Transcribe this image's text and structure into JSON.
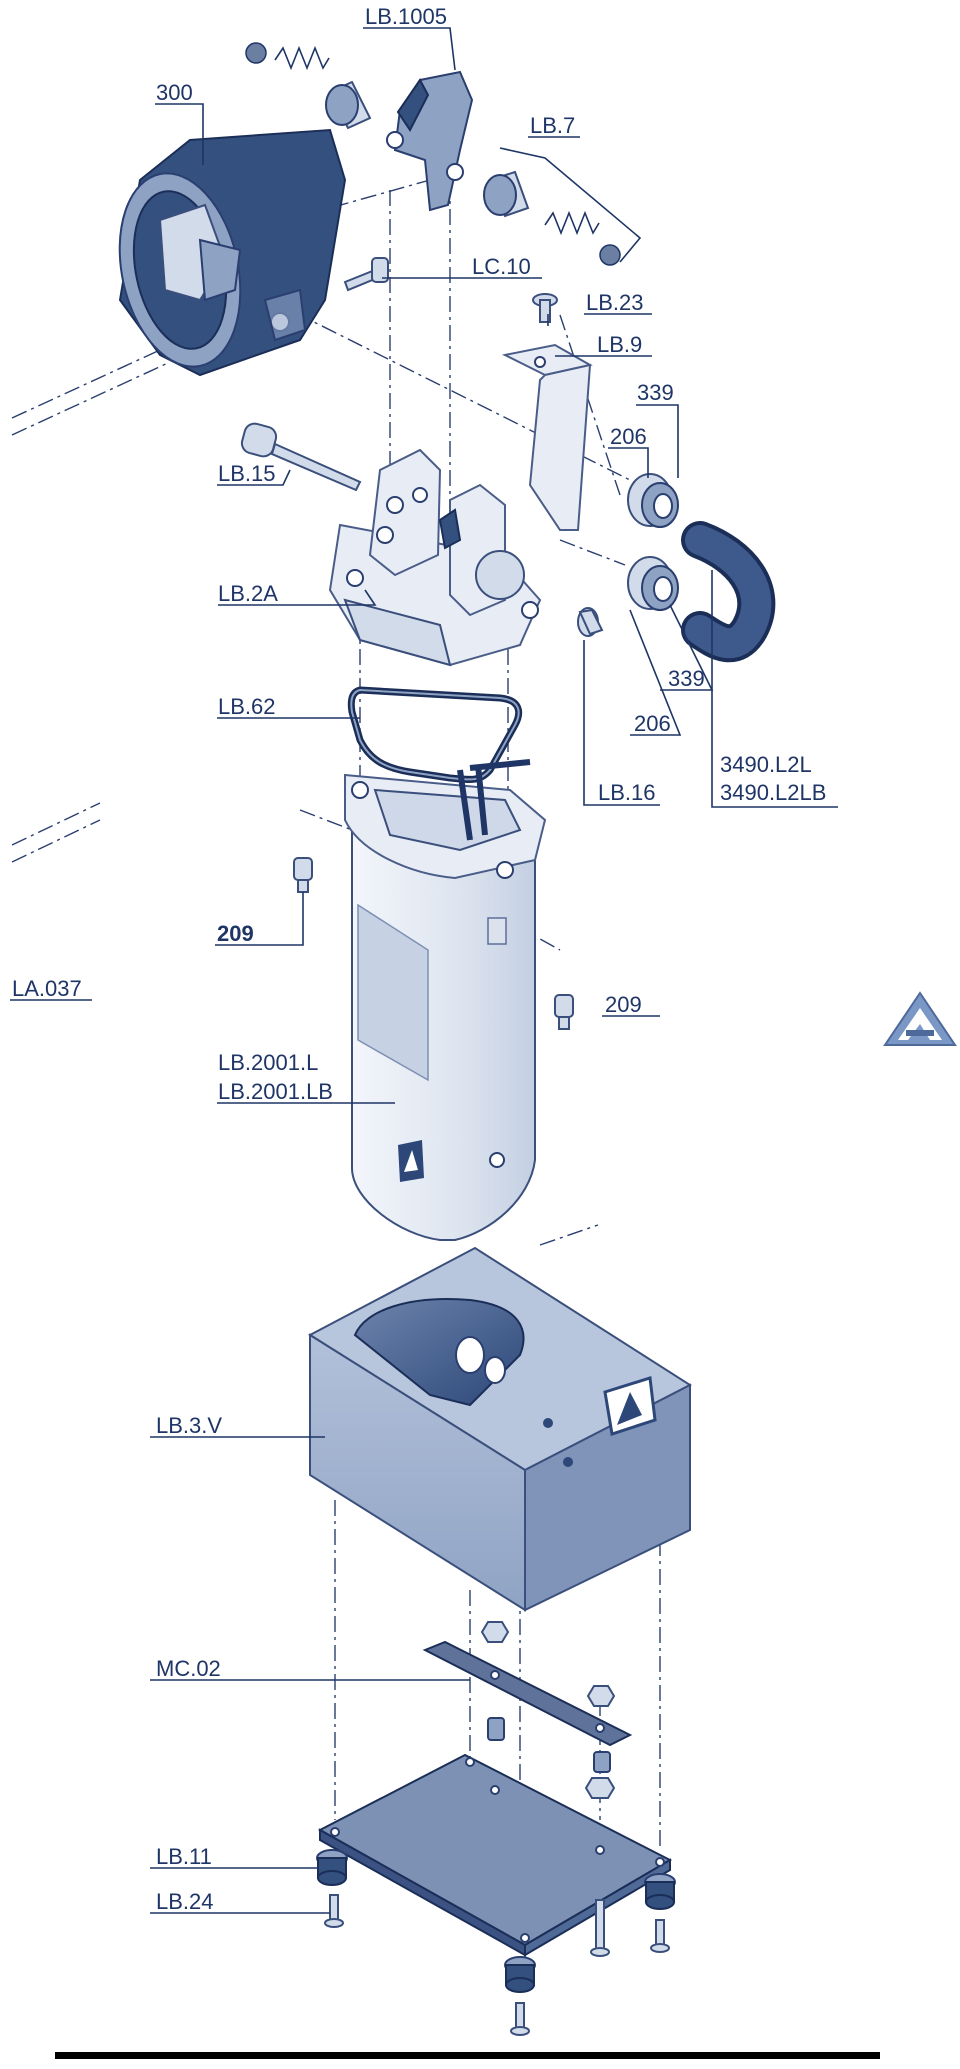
{
  "labels": {
    "lb1005": "LB.1005",
    "p300": "300",
    "lb7": "LB.7",
    "lc10": "LC.10",
    "lb23": "LB.23",
    "lb9": "LB.9",
    "p339a": "339",
    "p206a": "206",
    "lb15": "LB.15",
    "lb2a": "LB.2A",
    "p339b": "339",
    "lb62": "LB.62",
    "p206b": "206",
    "p3490l2l": "3490.L2L",
    "p3490l2lb": "3490.L2LB",
    "lb16": "LB.16",
    "p209a": "209",
    "la037": "LA.037",
    "p209b": "209",
    "lb2001l": "LB.2001.L",
    "lb2001lb": "LB.2001.LB",
    "lb3v": "LB.3.V",
    "mc02": "MC.02",
    "lb11": "LB.11",
    "lb24": "LB.24"
  },
  "colors": {
    "ink": "#1e3566",
    "dark_part": "#34507f",
    "mid_part": "#8ea2c4",
    "light_part": "#d2dbea"
  },
  "icons": {
    "brand_logo": "stylized-a-triangle-logo"
  }
}
